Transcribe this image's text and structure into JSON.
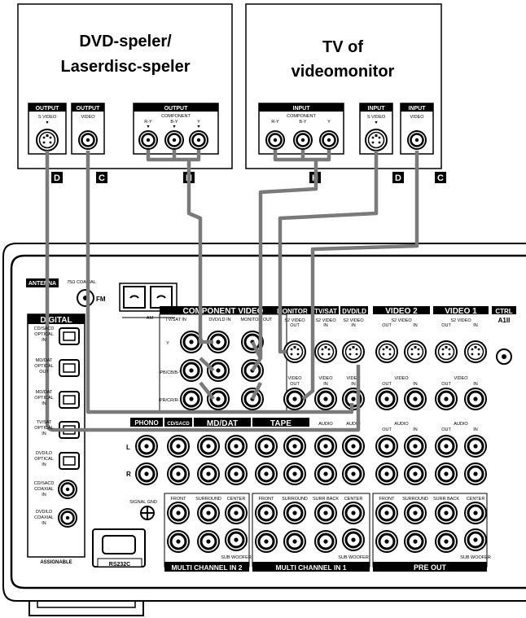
{
  "devices": {
    "dvd_title": [
      "DVD-speler/",
      "Laserdisc-speler"
    ],
    "tv_title": [
      "TV of",
      "videomonitor"
    ]
  },
  "dvd_ports": {
    "output": "OUTPUT",
    "s_video": "S VIDEO",
    "video": "VIDEO",
    "component": "COMPONENT",
    "ry": "R-Y",
    "by": "B-Y",
    "y": "Y"
  },
  "tv_ports": {
    "input": "INPUT",
    "s_video": "S VIDEO",
    "video": "VIDEO",
    "component": "COMPONENT",
    "ry": "R-Y",
    "by": "B-Y",
    "y": "Y"
  },
  "cable_letters": [
    "D",
    "C",
    "H",
    "H",
    "D",
    "C"
  ],
  "receiver": {
    "antenna": "ANTENNA",
    "coaxial": "75Ω COAXIAL",
    "fm": "FM",
    "am": "AM",
    "digital": "DIGITAL",
    "digital_inputs": [
      [
        "CD/SACD",
        "OPTICAL",
        "IN"
      ],
      [
        "MD/DAT",
        "OPTICAL",
        "OUT"
      ],
      [
        "MD/DAT",
        "OPTICAL",
        "IN"
      ],
      [
        "TV/SAT",
        "OPTICAL",
        "IN"
      ],
      [
        "DVD/LD",
        "OPTICAL",
        "IN"
      ],
      [
        "CD/SACD",
        "COAXIAL",
        "IN"
      ],
      [
        "DVD/LD",
        "COAXIAL",
        "IN"
      ]
    ],
    "assignable": "ASSIGNABLE",
    "component_video": "COMPONENT VIDEO",
    "cv_tvsat_in": "TV/SAT IN",
    "cv_dvdld_in": "DVD/LD IN",
    "cv_monitor_out": "MONITOR OUT",
    "cv_y": "Y",
    "cv_pb": "PB/CB/B-Y",
    "cv_pr": "PR/CR/R-Y",
    "monitor": "MONITOR",
    "tv_sat": "TV/SAT",
    "dvd_ld": "DVD/LD",
    "video2": "VIDEO 2",
    "video1": "VIDEO 1",
    "ctrl": "CTRL",
    "ctrl2": "A1II",
    "s2_video_out": [
      "S2 VIDEO",
      "OUT"
    ],
    "s2_video_in": [
      "S2 VIDEO",
      "IN"
    ],
    "s2_video": "S2 VIDEO",
    "out": "OUT",
    "in": "IN",
    "video_out": [
      "VIDEO",
      "OUT"
    ],
    "video_in": [
      "VIDEO",
      "IN"
    ],
    "video": "VIDEO",
    "audio": "AUDIO",
    "phono": "PHONO",
    "cd_sacd": "CD/SACD",
    "md_dat": "MD/DAT",
    "tape": "TAPE",
    "l": "L",
    "r": "R",
    "signal_gnd": "SIGNAL GND",
    "front": "FRONT",
    "surround": "SURROUND",
    "surr_back": "SURR BACK",
    "center": "CENTER",
    "sub_woofer": "SUB WOOFER",
    "rs232c": "RS232C",
    "multi_in2": "MULTI CHANNEL IN 2",
    "multi_in1": "MULTI CHANNEL IN 1",
    "pre_out": "PRE OUT"
  }
}
